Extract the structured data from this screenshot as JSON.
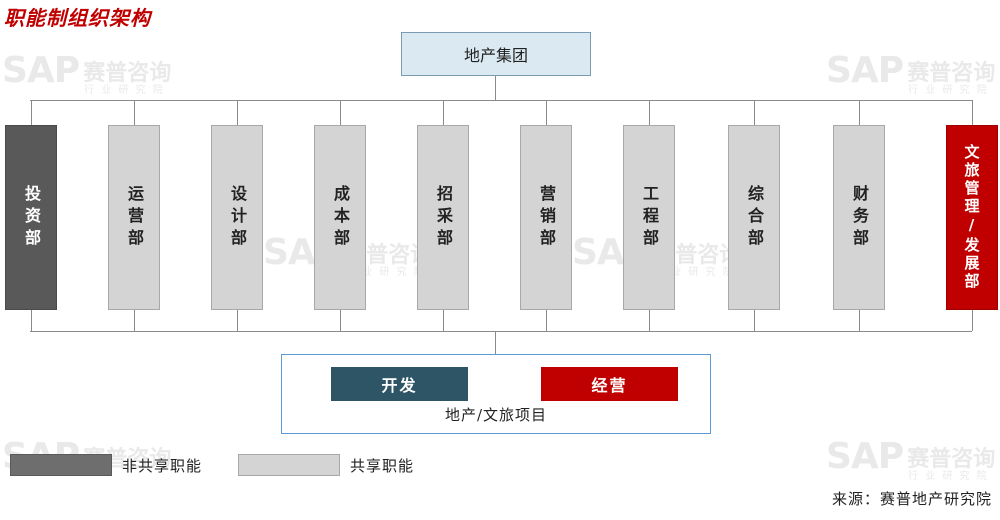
{
  "title": "职能制组织架构",
  "watermark": {
    "logo": "SAP",
    "name": "赛普咨询",
    "tagline": "行 业 研 究 院"
  },
  "top": "地产集团",
  "departments": [
    {
      "name": "投资部",
      "type": "non-shared"
    },
    {
      "name": "运营部",
      "type": "shared"
    },
    {
      "name": "设计部",
      "type": "shared"
    },
    {
      "name": "成本部",
      "type": "shared"
    },
    {
      "name": "招采部",
      "type": "shared"
    },
    {
      "name": "营销部",
      "type": "shared"
    },
    {
      "name": "工程部",
      "type": "shared"
    },
    {
      "name": "综合部",
      "type": "shared"
    },
    {
      "name": "财务部",
      "type": "shared"
    },
    {
      "name": "文旅管理/发展部",
      "type": "tourism"
    }
  ],
  "project": {
    "items": [
      "开发",
      "经营"
    ],
    "label": "地产/文旅项目"
  },
  "legend": {
    "non_shared": "非共享职能",
    "shared": "共享职能"
  },
  "colors": {
    "non_shared": "#595959",
    "shared": "#d4d4d4",
    "tourism": "#c00000",
    "dev": "#2e5566",
    "ops": "#c00000",
    "title": "#c00000"
  },
  "source": "来源：赛普地产研究院"
}
